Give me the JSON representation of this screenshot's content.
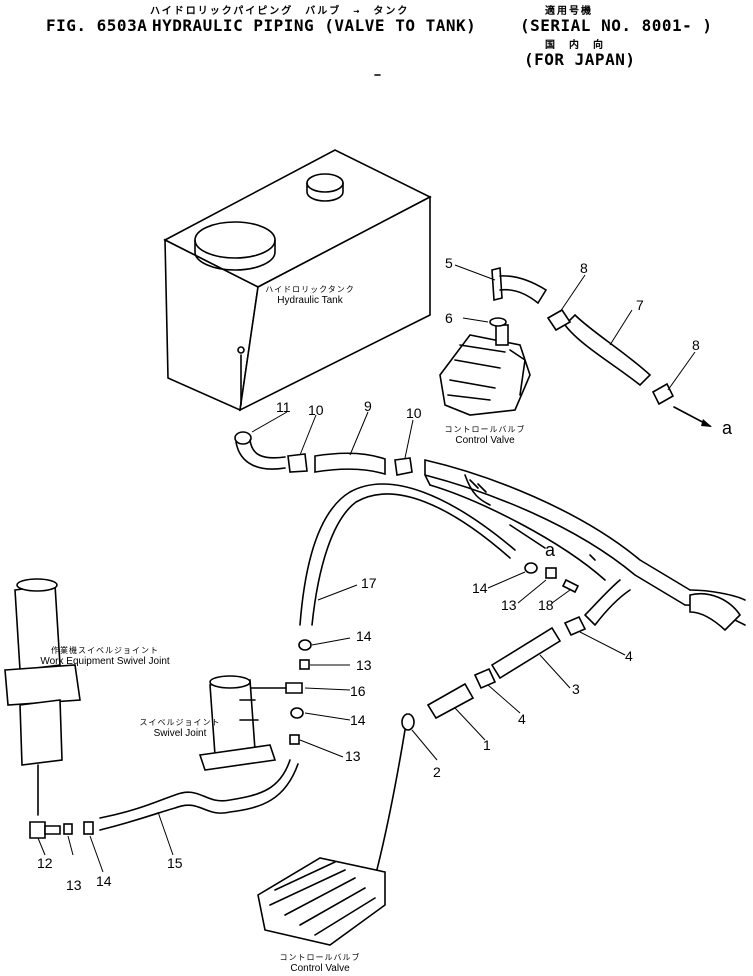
{
  "header": {
    "katakana_title": "ハイドロリックパイピング　バルブ　→　タンク",
    "applicable_label": "適用号機",
    "fig_no": "FIG. 6503A",
    "title": "HYDRAULIC PIPING (VALVE TO TANK)",
    "serial": "(SERIAL NO. 8001- )",
    "market_jp": "国　内　向",
    "market": "(FOR JAPAN)"
  },
  "labels": {
    "hydraulic_tank_jp": "ハイドロリックタンク",
    "hydraulic_tank": "Hydraulic Tank",
    "control_valve_top_jp": "コントロールバルブ",
    "control_valve_top": "Control Valve",
    "work_swivel_jp": "作業機スイベルジョイント",
    "work_swivel": "Work Equipment Swivel Joint",
    "swivel_jp": "スイベルジョイント",
    "swivel": "Swivel Joint",
    "control_valve_bottom_jp": "コントロールバルブ",
    "control_valve_bottom": "Control Valve",
    "ref_a_upper": "a",
    "ref_a_lower": "a"
  },
  "callouts": [
    "5",
    "6",
    "8",
    "7",
    "8",
    "11",
    "10",
    "9",
    "10",
    "17",
    "14",
    "13",
    "18",
    "4",
    "14",
    "13",
    "16",
    "3",
    "14",
    "13",
    "1",
    "4",
    "2",
    "12",
    "13",
    "14",
    "15"
  ]
}
